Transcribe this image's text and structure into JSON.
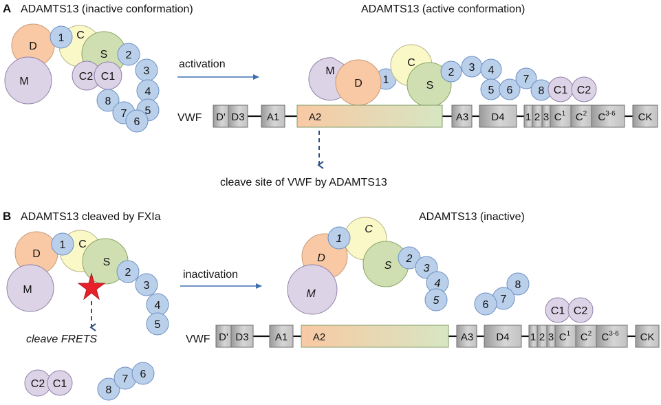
{
  "panel_a": {
    "letter": "A",
    "title_left": "ADAMTS13 (inactive conformation)",
    "title_right": "ADAMTS13 (active conformation)",
    "arrow_label": "activation",
    "cleave_label": "cleave site of VWF by ADAMTS13",
    "vwf_label": "VWF",
    "left_molecule": {
      "domains": [
        "D",
        "1",
        "C",
        "S",
        "M",
        "C2",
        "C1",
        "2",
        "3",
        "4",
        "5",
        "8",
        "7",
        "6"
      ]
    },
    "right_molecule": {
      "domains": [
        "M",
        "D",
        "1",
        "C",
        "S",
        "2",
        "3",
        "4",
        "5",
        "6",
        "7",
        "8",
        "C1",
        "C2"
      ]
    },
    "vwf_domains": [
      "D'",
      "D3",
      "A1",
      "A2",
      "A3",
      "D4",
      "1",
      "2",
      "3",
      "C",
      "1",
      "C",
      "2",
      "C",
      "3-6",
      "CK"
    ]
  },
  "panel_b": {
    "letter": "B",
    "title_left": "ADAMTS13 cleaved by FXIa",
    "title_right": "ADAMTS13 (inactive)",
    "arrow_label": "inactivation",
    "cleave_label": "cleave FRETS",
    "vwf_label": "VWF",
    "left_molecule": {
      "domains": [
        "D",
        "1",
        "C",
        "S",
        "M",
        "2",
        "3",
        "4",
        "5"
      ]
    },
    "left_fragments": {
      "domains": [
        "C2",
        "C1",
        "8",
        "7",
        "6"
      ]
    },
    "right_molecule": {
      "domains": [
        "C",
        "1",
        "D",
        "S",
        "2",
        "3",
        "4",
        "5",
        "M"
      ]
    },
    "right_fragments": {
      "domains": [
        "8",
        "7",
        "6",
        "C1",
        "C2"
      ]
    },
    "vwf_domains": [
      "D'",
      "D3",
      "A1",
      "A2",
      "A3",
      "D4",
      "1",
      "2",
      "3",
      "C",
      "1",
      "C",
      "2",
      "C",
      "3-6",
      "CK"
    ]
  },
  "colors": {
    "small_domain": "#b9cfea",
    "metalloprotease": "#ddd3e6",
    "cys_rich": "#fbf8c8",
    "spacer": "#cfdfb2",
    "disintegrin": "#f8c9a4",
    "cleavage_star": "#e8202a",
    "arrow": "#3f6fae"
  }
}
